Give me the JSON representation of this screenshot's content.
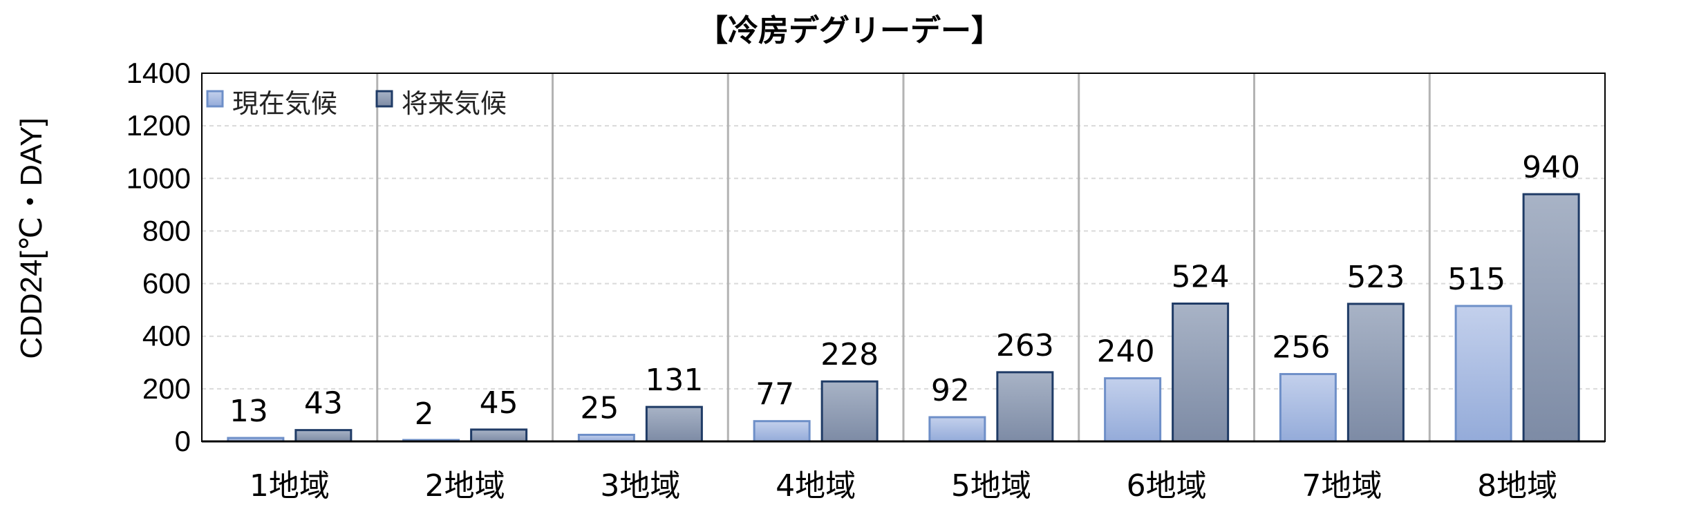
{
  "chart_data": {
    "type": "bar",
    "title": "【冷房デグリーデー】",
    "ylabel": "CDD24[℃・DAY]",
    "xlabel": "",
    "ylim": [
      0,
      1400
    ],
    "yticks": [
      0,
      200,
      400,
      600,
      800,
      1000,
      1200,
      1400
    ],
    "categories": [
      "1地域",
      "2地域",
      "3地域",
      "4地域",
      "5地域",
      "6地域",
      "7地域",
      "8地域"
    ],
    "series": [
      {
        "name": "現在気候",
        "values": [
          13,
          2,
          25,
          77,
          92,
          240,
          256,
          515
        ],
        "color": "#a9bce0",
        "stroke": "#6e8fc8"
      },
      {
        "name": "将来気候",
        "values": [
          43,
          45,
          131,
          228,
          263,
          524,
          523,
          940
        ],
        "color": "#8e9cb3",
        "stroke": "#1f3b66"
      }
    ],
    "grid": true,
    "legend": "top-left",
    "data_labels": true
  }
}
